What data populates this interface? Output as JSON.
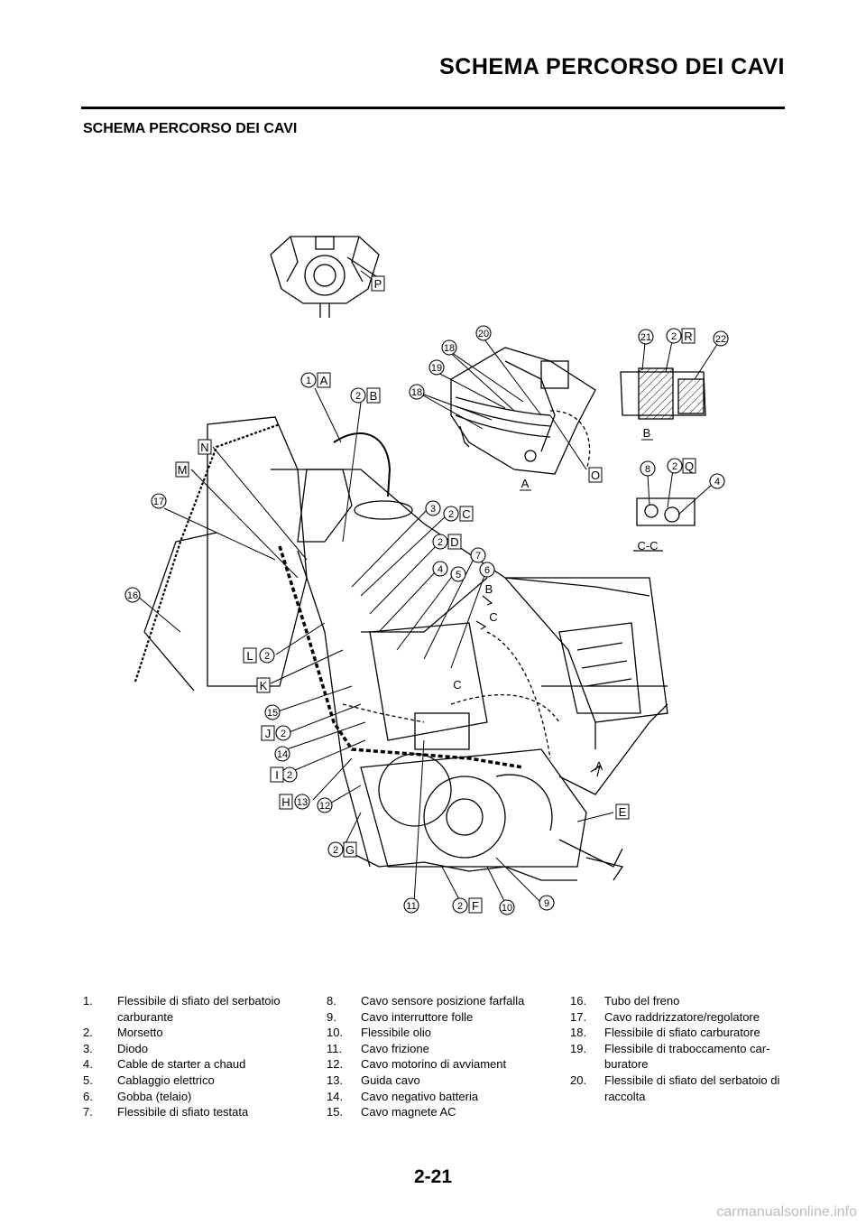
{
  "header": {
    "title": "SCHEMA PERCORSO DEI CAVI"
  },
  "section_title": "SCHEMA PERCORSO DEI CAVI",
  "diagram": {
    "letter_labels": [
      "A",
      "B",
      "C",
      "D",
      "E",
      "F",
      "G",
      "H",
      "I",
      "J",
      "K",
      "L",
      "M",
      "N",
      "O",
      "P",
      "Q",
      "R"
    ],
    "number_callouts": [
      "1",
      "2",
      "3",
      "4",
      "5",
      "6",
      "7",
      "8",
      "9",
      "10",
      "11",
      "12",
      "13",
      "14",
      "15",
      "16",
      "17",
      "18",
      "19",
      "20",
      "21",
      "22"
    ],
    "view_labels": {
      "a": "A",
      "b": "B",
      "cc": "C-C",
      "arrow_a": "A",
      "arrow_b": "B",
      "arrow_c": "C",
      "arrow_c2": "C"
    }
  },
  "legend": {
    "col1": [
      {
        "num": "1.",
        "text": "Flessibile di sfiato del serbatoio carburante"
      },
      {
        "num": "2.",
        "text": "Morsetto"
      },
      {
        "num": "3.",
        "text": "Diodo"
      },
      {
        "num": "4.",
        "text": "Cable de starter a chaud"
      },
      {
        "num": "5.",
        "text": "Cablaggio elettrico"
      },
      {
        "num": "6.",
        "text": "Gobba (telaio)"
      },
      {
        "num": "7.",
        "text": "Flessibile di sfiato testata"
      }
    ],
    "col2": [
      {
        "num": "8.",
        "text": "Cavo sensore posizione farfalla"
      },
      {
        "num": "9.",
        "text": "Cavo interruttore folle"
      },
      {
        "num": "10.",
        "text": "Flessibile olio"
      },
      {
        "num": "11.",
        "text": "Cavo frizione"
      },
      {
        "num": "12.",
        "text": "Cavo motorino di avviament"
      },
      {
        "num": "13.",
        "text": "Guida cavo"
      },
      {
        "num": "14.",
        "text": "Cavo negativo batteria"
      },
      {
        "num": "15.",
        "text": "Cavo magnete AC"
      }
    ],
    "col3": [
      {
        "num": "16.",
        "text": "Tubo del freno"
      },
      {
        "num": "17.",
        "text": "Cavo raddrizzatore/regolatore"
      },
      {
        "num": "18.",
        "text": "Flessibile di sfiato carburatore"
      },
      {
        "num": "19.",
        "text": "Flessibile di traboccamento car-buratore"
      },
      {
        "num": "20.",
        "text": "Flessibile di sfiato del serbatoio di raccolta"
      }
    ]
  },
  "page_number": "2-21",
  "watermark": "carmanualsonline.info"
}
